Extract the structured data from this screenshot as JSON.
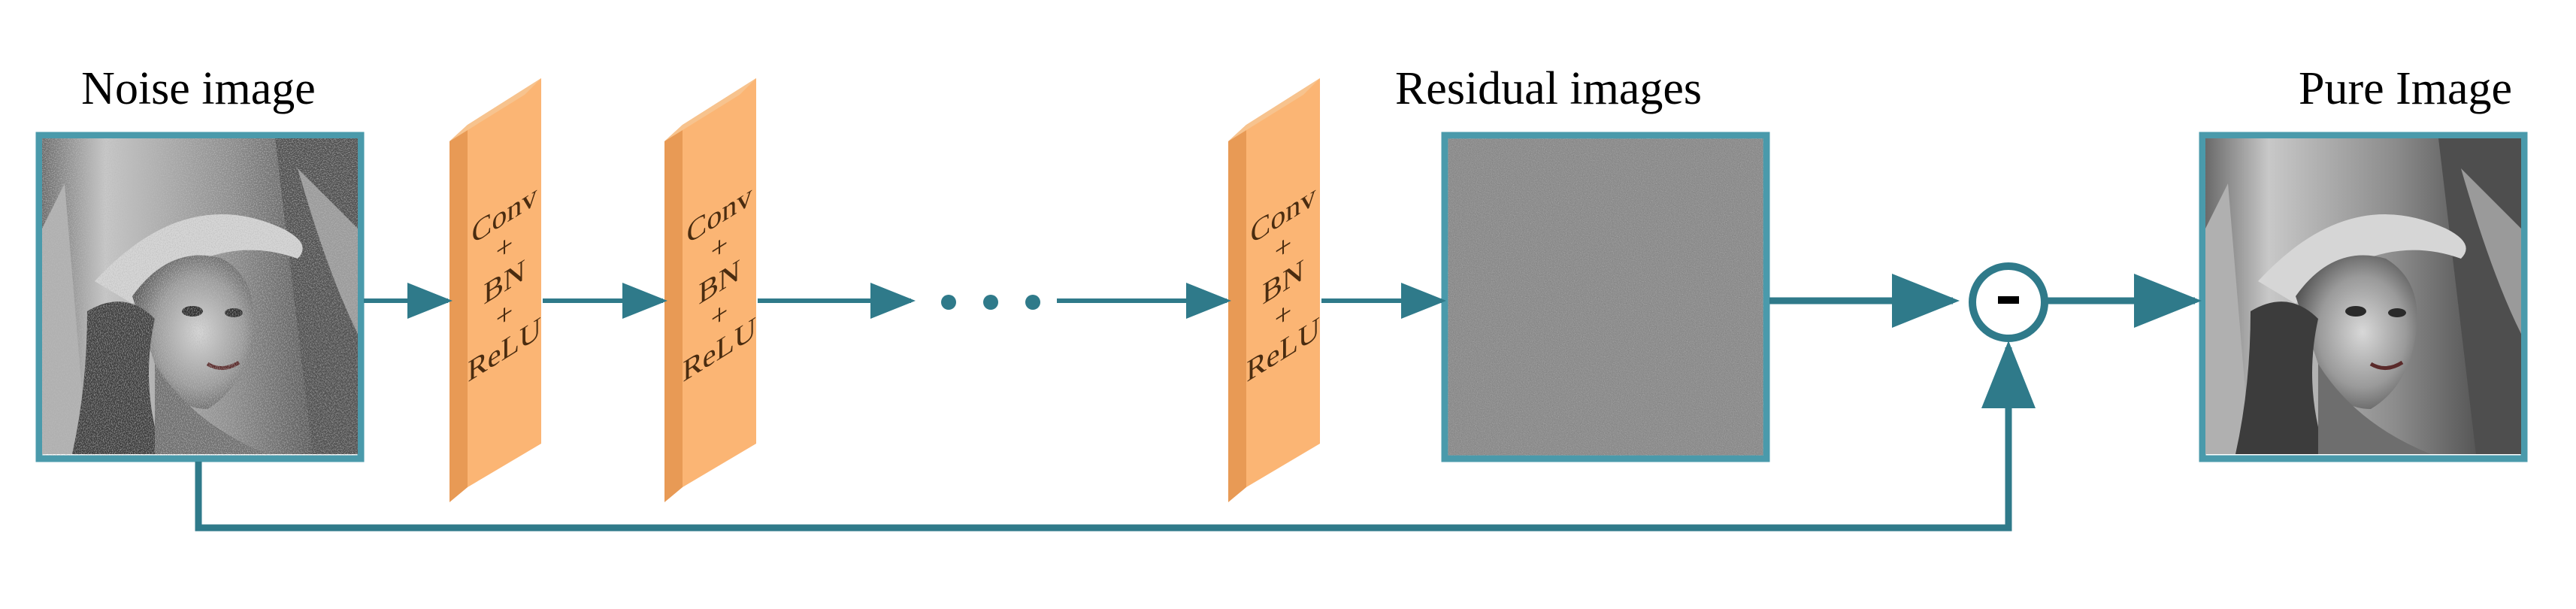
{
  "labels": {
    "input": "Noise image",
    "residual": "Residual images",
    "output": "Pure Image"
  },
  "layer": {
    "line1": "Conv",
    "line2": "+",
    "line3": "BN",
    "line4": "+",
    "line5": "ReLU"
  },
  "operator": "−",
  "ellipsis": "...",
  "colors": {
    "arrow": "#2f7a8a",
    "layer_front": "#fbb574",
    "layer_side": "#e89a55",
    "image_border": "#4a9aab",
    "image_bg": "#808080"
  }
}
